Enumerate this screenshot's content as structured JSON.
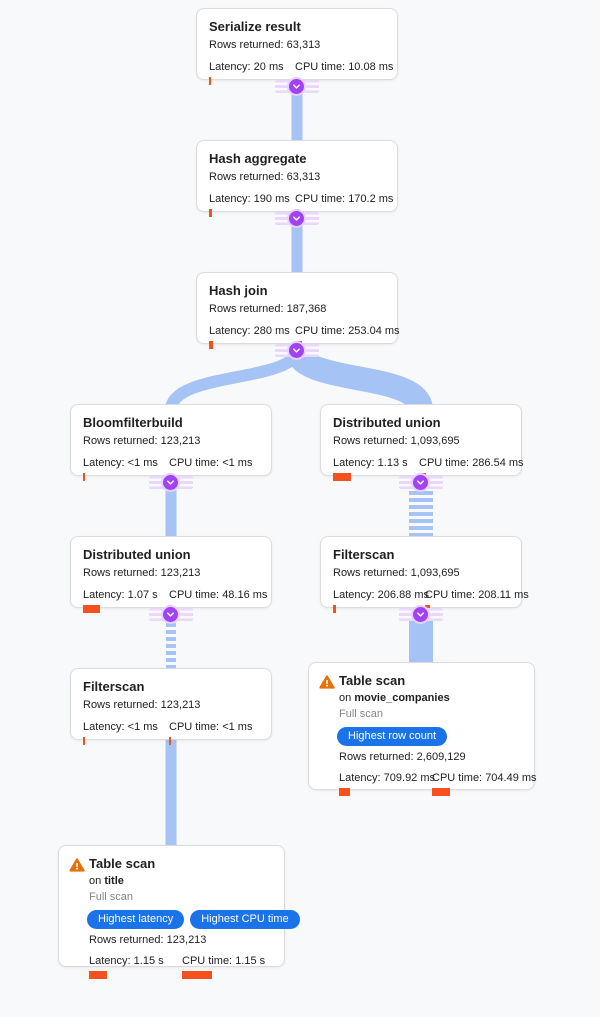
{
  "labels": {
    "rows_returned": "Rows returned:",
    "latency": "Latency:",
    "cpu_time": "CPU time:",
    "on": "on",
    "full_scan": "Full scan"
  },
  "colors": {
    "background": "#f8f9fa",
    "edge_blue": "#a5c3f5",
    "bar_orange": "#f4511e",
    "badge_blue": "#1a73e8",
    "toggle_purple": "#a142f4",
    "warning_orange": "#e8710a"
  },
  "nodes": [
    {
      "title": "Serialize result",
      "rows": "63,313",
      "latency": "20 ms",
      "cpu": "10.08 ms",
      "latency_ms": 20,
      "cpu_ms": 10.08
    },
    {
      "title": "Hash aggregate",
      "rows": "63,313",
      "latency": "190 ms",
      "cpu": "170.2 ms",
      "latency_ms": 190,
      "cpu_ms": 170.2
    },
    {
      "title": "Hash join",
      "rows": "187,368",
      "latency": "280 ms",
      "cpu": "253.04 ms",
      "latency_ms": 280,
      "cpu_ms": 253.04
    },
    {
      "title": "Bloomfilterbuild",
      "rows": "123,213",
      "latency": "<1 ms",
      "cpu": "<1 ms",
      "latency_ms": 0.5,
      "cpu_ms": 0.5
    },
    {
      "title": "Distributed union",
      "rows": "1,093,695",
      "latency": "1.13 s",
      "cpu": "286.54 ms",
      "latency_ms": 1130,
      "cpu_ms": 286.54
    },
    {
      "title": "Distributed union",
      "rows": "123,213",
      "latency": "1.07 s",
      "cpu": "48.16 ms",
      "latency_ms": 1070,
      "cpu_ms": 48.16
    },
    {
      "title": "Filterscan",
      "rows": "1,093,695",
      "latency": "206.88 ms",
      "cpu": "208.11 ms",
      "latency_ms": 206.88,
      "cpu_ms": 208.11
    },
    {
      "title": "Filterscan",
      "rows": "123,213",
      "latency": "<1 ms",
      "cpu": "<1 ms",
      "latency_ms": 0.5,
      "cpu_ms": 0.5
    },
    {
      "title": "Table scan",
      "table": "movie_companies",
      "scan_type": "Full scan",
      "badges": [
        "Highest row count"
      ],
      "rows": "2,609,129",
      "latency": "709.92 ms",
      "cpu": "704.49 ms",
      "latency_ms": 709.92,
      "cpu_ms": 704.49
    },
    {
      "title": "Table scan",
      "table": "title",
      "scan_type": "Full scan",
      "badges": [
        "Highest latency",
        "Highest CPU time"
      ],
      "rows": "123,213",
      "latency": "1.15 s",
      "cpu": "1.15 s",
      "latency_ms": 1150,
      "cpu_ms": 1150
    }
  ]
}
